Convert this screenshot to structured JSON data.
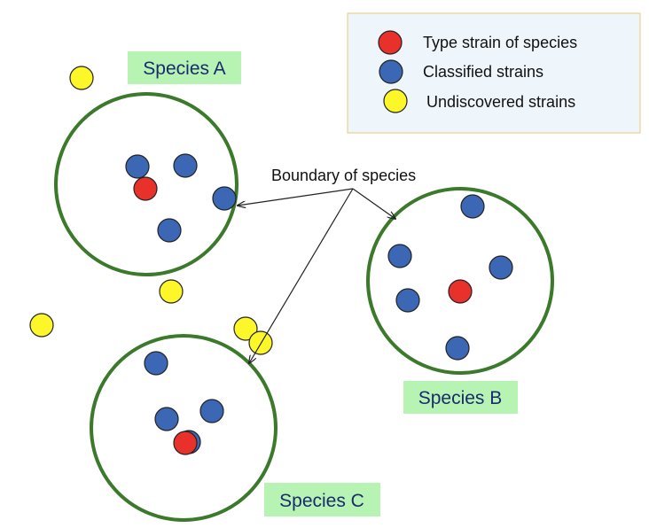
{
  "colors": {
    "type_strain": "#e8312a",
    "classified": "#3c67b4",
    "undiscovered": "#fdf72a",
    "boundary": "#3a7a2a",
    "label_bg": "#b7f4b4",
    "label_text": "#1a2b6d"
  },
  "legend": {
    "items": [
      {
        "key": "type_strain",
        "label": "Type strain of species"
      },
      {
        "key": "classified",
        "label": "Classified strains"
      },
      {
        "key": "undiscovered",
        "label": "Undiscovered strains"
      }
    ]
  },
  "annotation": {
    "boundary_label": "Boundary of species"
  },
  "species": [
    {
      "id": "A",
      "label": "Species A"
    },
    {
      "id": "B",
      "label": "Species B"
    },
    {
      "id": "C",
      "label": "Species C"
    }
  ]
}
